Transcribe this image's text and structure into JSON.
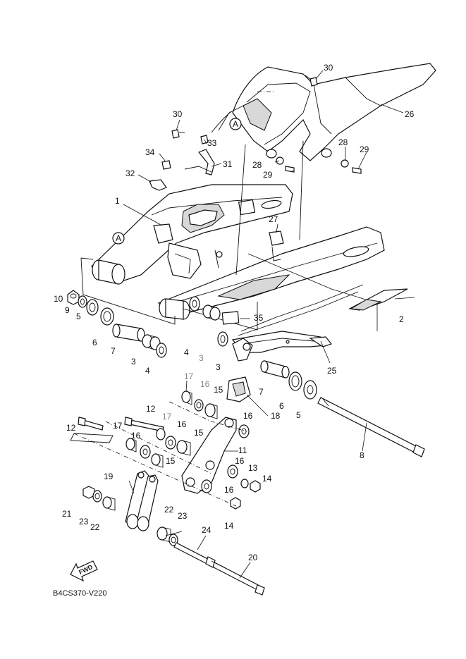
{
  "diagram": {
    "code": "B4CS370-V220",
    "fwd_label": "FWD",
    "ref_marker": "A",
    "callouts": [
      {
        "id": "c30a",
        "text": "30"
      },
      {
        "id": "c26",
        "text": "26"
      },
      {
        "id": "c30b",
        "text": "30"
      },
      {
        "id": "c33",
        "text": "33"
      },
      {
        "id": "c28a",
        "text": "28"
      },
      {
        "id": "c29a",
        "text": "29"
      },
      {
        "id": "c28b",
        "text": "28"
      },
      {
        "id": "c29b",
        "text": "29"
      },
      {
        "id": "c34",
        "text": "34"
      },
      {
        "id": "c31",
        "text": "31"
      },
      {
        "id": "c32",
        "text": "32"
      },
      {
        "id": "c1",
        "text": "1"
      },
      {
        "id": "c27",
        "text": "27"
      },
      {
        "id": "c10",
        "text": "10"
      },
      {
        "id": "c9",
        "text": "9"
      },
      {
        "id": "c5a",
        "text": "5"
      },
      {
        "id": "c6a",
        "text": "6"
      },
      {
        "id": "c7a",
        "text": "7"
      },
      {
        "id": "c3a",
        "text": "3"
      },
      {
        "id": "c4a",
        "text": "4"
      },
      {
        "id": "c4b",
        "text": "4"
      },
      {
        "id": "c3b",
        "text": "3"
      },
      {
        "id": "c3c",
        "text": "3"
      },
      {
        "id": "c35",
        "text": "35"
      },
      {
        "id": "c2",
        "text": "2"
      },
      {
        "id": "c25",
        "text": "25"
      },
      {
        "id": "c7b",
        "text": "7"
      },
      {
        "id": "c6b",
        "text": "6"
      },
      {
        "id": "c5b",
        "text": "5"
      },
      {
        "id": "c8",
        "text": "8"
      },
      {
        "id": "c17a",
        "text": "17"
      },
      {
        "id": "c16a",
        "text": "16"
      },
      {
        "id": "c15a",
        "text": "15"
      },
      {
        "id": "c18",
        "text": "18"
      },
      {
        "id": "c12a",
        "text": "12"
      },
      {
        "id": "c17b",
        "text": "17"
      },
      {
        "id": "c12b",
        "text": "12"
      },
      {
        "id": "c17c",
        "text": "17"
      },
      {
        "id": "c16b",
        "text": "16"
      },
      {
        "id": "c15b",
        "text": "15"
      },
      {
        "id": "c16c",
        "text": "16"
      },
      {
        "id": "c11",
        "text": "11"
      },
      {
        "id": "c16d",
        "text": "16"
      },
      {
        "id": "c15c",
        "text": "15"
      },
      {
        "id": "c16e",
        "text": "16"
      },
      {
        "id": "c13",
        "text": "13"
      },
      {
        "id": "c14a",
        "text": "14"
      },
      {
        "id": "c16f",
        "text": "16"
      },
      {
        "id": "c19",
        "text": "19"
      },
      {
        "id": "c14b",
        "text": "14"
      },
      {
        "id": "c21",
        "text": "21"
      },
      {
        "id": "c23a",
        "text": "23"
      },
      {
        "id": "c22a",
        "text": "22"
      },
      {
        "id": "c22b",
        "text": "22"
      },
      {
        "id": "c23b",
        "text": "23"
      },
      {
        "id": "c24",
        "text": "24"
      },
      {
        "id": "c20",
        "text": "20"
      }
    ]
  }
}
